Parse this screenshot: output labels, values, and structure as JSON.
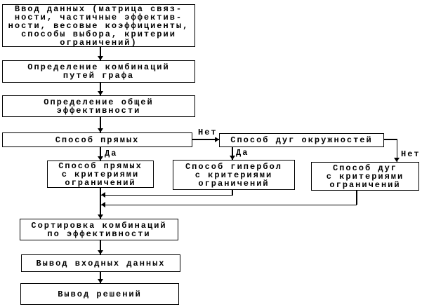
{
  "flowchart": {
    "title": "Algorithm flowchart (graph path efficiency selection)",
    "nodes": {
      "input": "Ввод данных (матрица связ-\nности, частичные эффектив-\nности, весовые коэффициенты,\nспособы выбора, критерии\nограничений)",
      "combinations": "Определение комбинаций\nпутей графа",
      "efficiency": "Определение общей\nэффективности",
      "lines_method": "Способ прямых",
      "arcs_method": "Способ дуг окружностей",
      "lines_criteria": "Способ прямых\nс критериями\nограничений",
      "hyperbolas_criteria": "Способ гипербол\nс критериями\nограничений",
      "arcs_criteria": "Способ дуг\nс критериями\nограничений",
      "sorting": "Сортировка комбинаций\nпо эффективности",
      "output_input_data": "Вывод входных данных",
      "output_solutions": "Вывод решений"
    },
    "edge_labels": {
      "no_1": "Нет",
      "yes_1": "Да",
      "yes_2": "Да",
      "no_2": "Нет"
    },
    "colors": {
      "line": "#000000",
      "text": "#000000",
      "background": "#ffffff"
    }
  }
}
